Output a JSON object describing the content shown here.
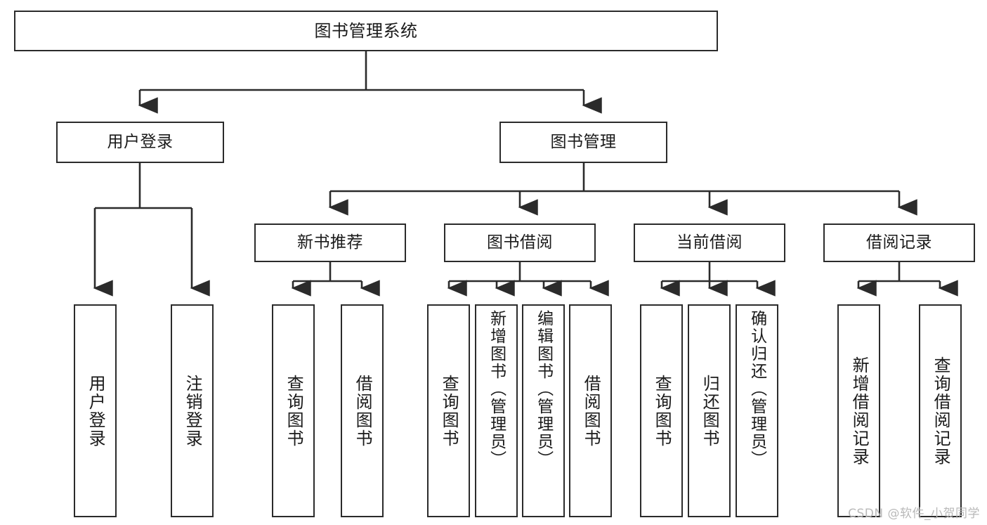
{
  "diagram": {
    "title": "图书管理系统",
    "type": "tree-hierarchy",
    "orientation": "top-down",
    "colors": {
      "box_border": "#2b2b2b",
      "box_fill": "#ffffff",
      "connector": "#2b2b2b",
      "background": "#ffffff",
      "watermark": "#b9b9b9"
    }
  },
  "root": {
    "label": "图书管理系统"
  },
  "level2": [
    {
      "label": "用户登录"
    },
    {
      "label": "图书管理"
    }
  ],
  "level3": [
    {
      "label": "新书推荐"
    },
    {
      "label": "图书借阅"
    },
    {
      "label": "当前借阅"
    },
    {
      "label": "借阅记录"
    }
  ],
  "leaves": {
    "user_login": [
      {
        "label": "用户登录"
      },
      {
        "label": "注销登录"
      }
    ],
    "new_book_recommend": [
      {
        "label": "查询图书"
      },
      {
        "label": "借阅图书"
      }
    ],
    "book_borrow": [
      {
        "label": "查询图书"
      },
      {
        "label": "新增图书（管理员）"
      },
      {
        "label": "编辑图书（管理员）"
      },
      {
        "label": "借阅图书"
      }
    ],
    "current_borrow": [
      {
        "label": "查询图书"
      },
      {
        "label": "归还图书"
      },
      {
        "label": "确认归还（管理员）"
      }
    ],
    "borrow_record": [
      {
        "label": "新增借阅记录"
      },
      {
        "label": "查询借阅记录"
      }
    ]
  },
  "watermark": {
    "text": "CSDN @软件_小贺同学"
  }
}
